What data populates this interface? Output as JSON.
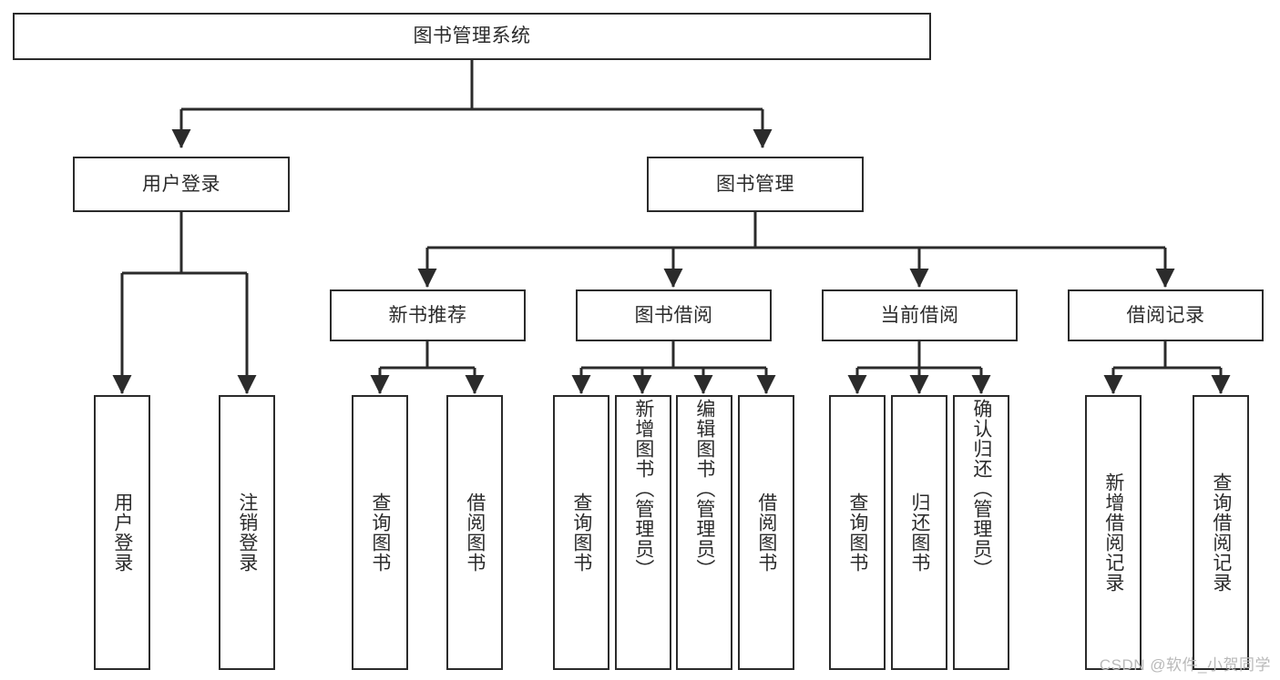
{
  "diagram": {
    "title": "图书管理系统",
    "type": "tree-hierarchy-diagram",
    "colors": {
      "stroke": "#2b2b2b",
      "fill": "#ffffff",
      "text": "#2b2b2b",
      "watermark": "#b9b9b9"
    },
    "root": {
      "label": "图书管理系统"
    },
    "level2": [
      {
        "label": "用户登录"
      },
      {
        "label": "图书管理"
      }
    ],
    "level3": [
      {
        "label": "新书推荐"
      },
      {
        "label": "图书借阅"
      },
      {
        "label": "当前借阅"
      },
      {
        "label": "借阅记录"
      }
    ],
    "leaves": [
      {
        "label": "用户登录",
        "parent": "用户登录"
      },
      {
        "label": "注销登录",
        "parent": "用户登录"
      },
      {
        "label": "查询图书",
        "parent": "新书推荐"
      },
      {
        "label": "借阅图书",
        "parent": "新书推荐"
      },
      {
        "label": "查询图书",
        "parent": "图书借阅"
      },
      {
        "label": "新增图书（管理员）",
        "parent": "图书借阅"
      },
      {
        "label": "编辑图书（管理员）",
        "parent": "图书借阅"
      },
      {
        "label": "借阅图书",
        "parent": "图书借阅"
      },
      {
        "label": "查询图书",
        "parent": "当前借阅"
      },
      {
        "label": "归还图书",
        "parent": "当前借阅"
      },
      {
        "label": "确认归还（管理员）",
        "parent": "当前借阅"
      },
      {
        "label": "新增借阅记录",
        "parent": "借阅记录"
      },
      {
        "label": "查询借阅记录",
        "parent": "借阅记录"
      }
    ]
  },
  "watermark": {
    "text": "CSDN @软件_小贺同学"
  }
}
